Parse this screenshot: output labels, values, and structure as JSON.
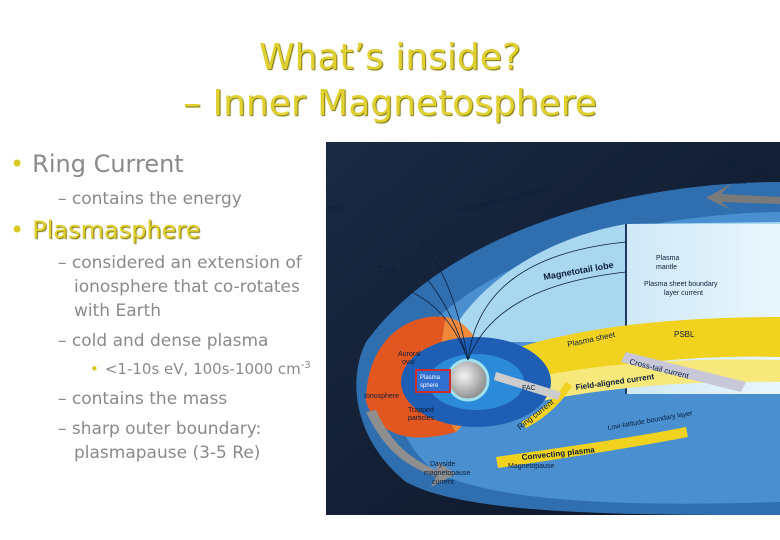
{
  "slide": {
    "title_line1": "What’s inside?",
    "title_line2": "– Inner Magnetosphere"
  },
  "bullets": {
    "ring_current": "Ring Current",
    "ring_sub": "– contains the energy",
    "plasmasphere": "Plasmasphere",
    "sub1_line1": "– considered an extension of",
    "sub1_line2": "ionosphere that co-rotates",
    "sub1_line3": "with Earth",
    "sub2": "– cold and dense plasma",
    "sub2_point": "<1-10s eV, 100s-1000 cm",
    "sub2_point_sup": "-3",
    "sub3": "– contains the mass",
    "sub4_line1": "– sharp outer boundary:",
    "sub4_line2": "plasmapause (3-5 Re)"
  },
  "diagram_labels": {
    "shock": "hock",
    "imf_line1": "Interplanetary magnetic field",
    "nightside_line1": "Nightside",
    "nightside_line2": "magnetopause",
    "nightside_line3": "current",
    "cusp": "Cusp",
    "magnetotail_lobe": "Magnetotail lobe",
    "plasma_mantle_line1": "Plasma",
    "plasma_mantle_line2": "mantle",
    "psbl_current_line1": "Plasma sheet boundary",
    "psbl_current_line2": "layer current",
    "psbl": "PSBL",
    "plasma_sheet": "Plasma sheet",
    "auroral_oval_line1": "Auroral",
    "auroral_oval_line2": "oval",
    "plasmasphere_line1": "Plasma",
    "plasmasphere_line2": "sphere",
    "cross_tail": "Cross-tail current",
    "fac": "FAC",
    "field_aligned": "Field-aligned current",
    "ionosphere": "Ionosphere",
    "ring_current": "Ring current",
    "trapped_line1": "Trapped",
    "trapped_line2": "particles",
    "low_latitude": "Low-latitude boundary layer",
    "convecting": "Convecting plasma",
    "dayside_line1": "Dayside",
    "dayside_line2": "magnetopause",
    "dayside_line3": "current",
    "magnetopause": "Magnetopause"
  }
}
